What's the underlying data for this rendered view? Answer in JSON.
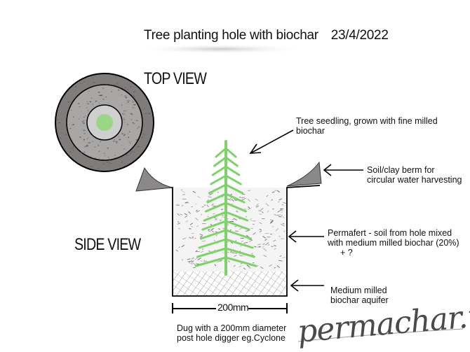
{
  "title": {
    "text": "Tree planting hole with biochar",
    "date": "23/4/2022"
  },
  "views": {
    "top": "TOP VIEW",
    "side": "SIDE VIEW"
  },
  "annotations": {
    "seedling": [
      "Tree seedling, grown with fine milled",
      "biochar"
    ],
    "berm": [
      "Soil/clay berm for",
      "circular water harvesting"
    ],
    "permafert": [
      "Permafert - soil from hole mixed",
      "with medium milled biochar (20%)",
      "+ ?"
    ],
    "aquifer": [
      "Medium milled",
      "biochar aquifer"
    ]
  },
  "dimension": "200mm",
  "note": [
    "Dug with a 200mm diameter",
    "post hole digger eg.Cyclone"
  ],
  "watermark": "permachar.net",
  "colors": {
    "soil_ring": "#7e7a7a",
    "center": "#cfcfcf",
    "seedling": "#7fd26a",
    "berm": "#8a8888",
    "speckle": "#555555",
    "biochar_fill": "#c9c9c9"
  }
}
